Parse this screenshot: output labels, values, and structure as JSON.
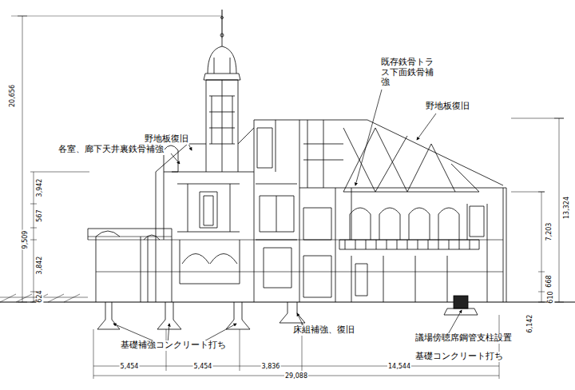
{
  "diagram": {
    "labels": [
      "野地板復旧",
      "各室、廊下天井裏鉄骨補強",
      "既存鉄骨トラス下面鉄骨補強",
      "野地板復旧",
      "基礎補強コンクリート打ち",
      "床組補強、復旧",
      "議場傍聴席鋼管支柱設置",
      "基礎コンクリート打ち",
      "20,656",
      "9,509",
      "3,942",
      "567",
      "3,842",
      "624",
      "13,324",
      "7,203",
      "668",
      "6,142",
      "610",
      "5,454",
      "5,454",
      "3,836",
      "14,544",
      "29,088"
    ]
  }
}
